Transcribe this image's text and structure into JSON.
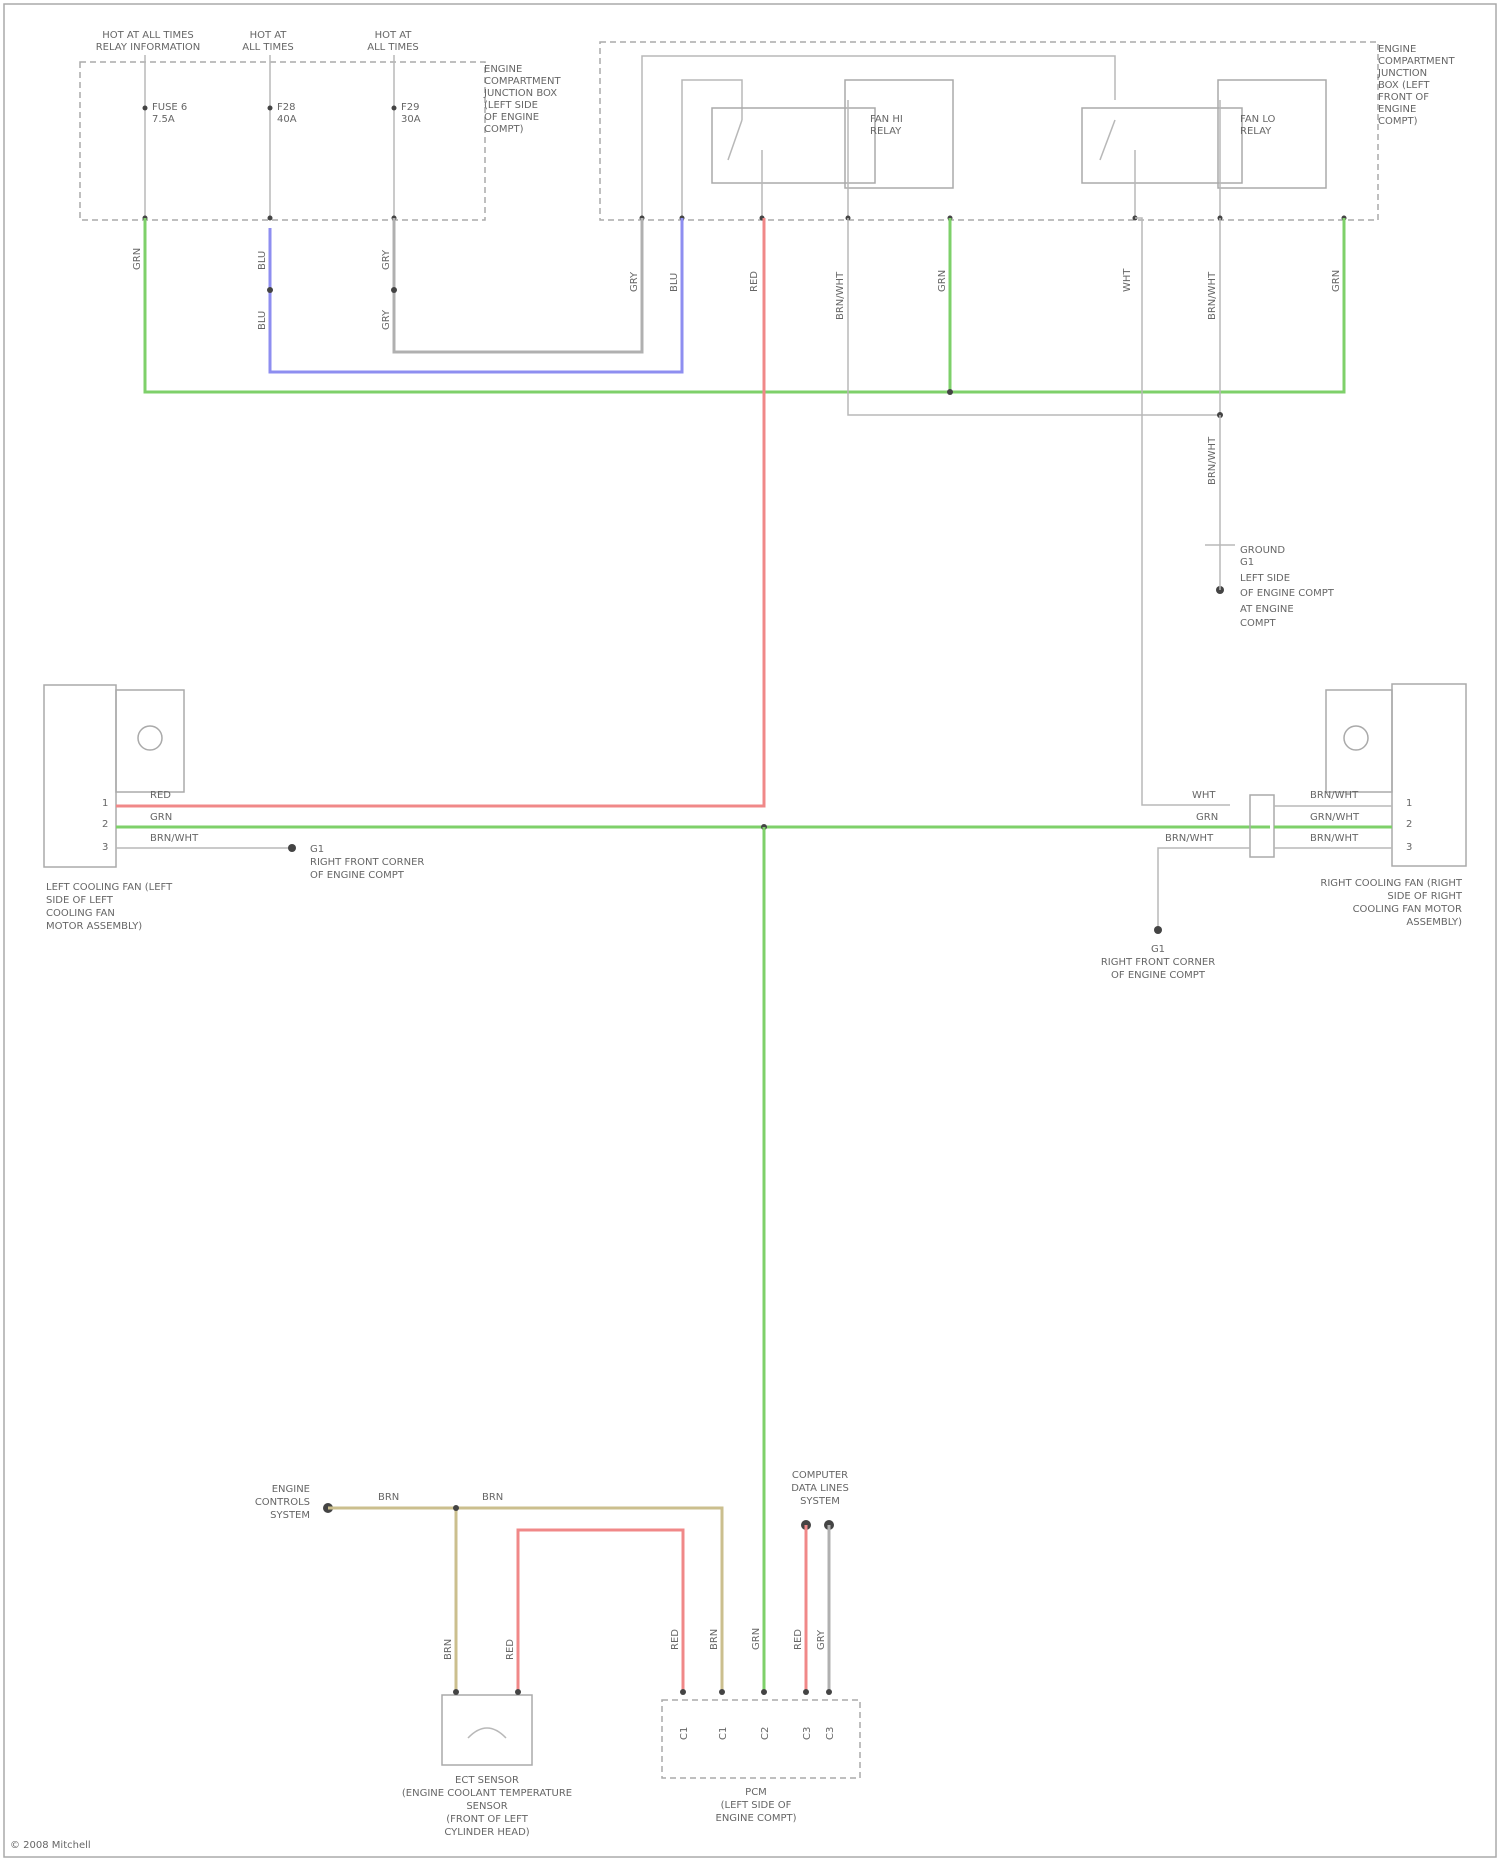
{
  "top_left": {
    "fuse_headers": [
      {
        "line1": "HOT AT ALL TIMES",
        "line2": "RELAY INFORMATION"
      },
      {
        "line1": "HOT AT",
        "line2": "ALL TIMES"
      },
      {
        "line1": "HOT AT",
        "line2": "ALL TIMES"
      }
    ],
    "fuses": [
      {
        "line1": "FUSE 6",
        "line2": "7.5A"
      },
      {
        "line1": "F28",
        "line2": "40A"
      },
      {
        "line1": "F29",
        "line2": "30A"
      }
    ],
    "box_label": [
      "ENGINE",
      "COMPARTMENT",
      "JUNCTION BOX",
      "(LEFT SIDE",
      "OF ENGINE",
      "COMPT)"
    ],
    "wire_colors": [
      "GRN",
      "BLU",
      "GRY",
      "BLU",
      "GRY"
    ]
  },
  "top_right": {
    "box_label": [
      "ENGINE",
      "COMPARTMENT",
      "JUNCTION",
      "BOX (LEFT",
      "FRONT OF",
      "ENGINE",
      "COMPT)"
    ],
    "relays": [
      {
        "line1": "FAN HI",
        "line2": "RELAY"
      },
      {
        "line1": "FAN LO",
        "line2": "RELAY"
      }
    ],
    "wire_colors": [
      "GRY",
      "BLU",
      "RED",
      "BRN/WHT",
      "GRN",
      "WHT",
      "BRN/WHT",
      "GRN"
    ]
  },
  "ground_top": {
    "wire": "BRN/WHT",
    "lines": [
      "GROUND",
      "G1",
      "LEFT SIDE",
      "OF ENGINE COMPT",
      "AT ENGINE",
      "COMPT"
    ]
  },
  "left_fan": {
    "pins": [
      "1",
      "2",
      "3"
    ],
    "wires": [
      "RED",
      "GRN",
      "BRN/WHT"
    ],
    "label": [
      "LEFT COOLING FAN (LEFT",
      "SIDE OF LEFT",
      "COOLING FAN",
      "MOTOR ASSEMBLY)"
    ],
    "ground": [
      "G1",
      "RIGHT FRONT CORNER",
      "OF ENGINE COMPT"
    ]
  },
  "right_fan": {
    "pins": [
      "1",
      "2",
      "3"
    ],
    "wires_left": [
      "WHT",
      "GRN",
      "BRN/WHT"
    ],
    "wires_right": [
      "BRN/WHT",
      "GRN/WHT",
      "BRN/WHT"
    ],
    "label": [
      "RIGHT COOLING FAN (RIGHT",
      "SIDE OF RIGHT",
      "COOLING FAN MOTOR",
      "ASSEMBLY)"
    ],
    "ground": [
      "G1",
      "RIGHT FRONT CORNER",
      "OF ENGINE COMPT"
    ]
  },
  "bottom": {
    "engine_controls": [
      "ENGINE",
      "CONTROLS",
      "SYSTEM"
    ],
    "computer_lines": [
      "COMPUTER",
      "DATA LINES",
      "SYSTEM"
    ],
    "wire_top": [
      "BRN",
      "BRN"
    ],
    "sensor_wires": [
      "BRN",
      "RED"
    ],
    "pcm_wires": [
      "RED",
      "BRN",
      "GRN",
      "RED",
      "GRY"
    ],
    "pcm_pins": [
      "C1",
      "C1",
      "C2",
      "C3",
      "C3"
    ],
    "sensor_label": [
      "ECT SENSOR",
      "(ENGINE COOLANT TEMPERATURE",
      "SENSOR",
      "(FRONT OF LEFT",
      "CYLINDER HEAD)"
    ],
    "pcm_label": [
      "PCM",
      "(LEFT SIDE OF",
      "ENGINE COMPT)"
    ]
  },
  "footer": {
    "text": "© 2008 Mitchell"
  },
  "colors": {
    "green": "#7ed06a",
    "blue": "#8e8ef0",
    "red": "#f08888",
    "gray": "#b0b0b0",
    "tan": "#cbbf8e"
  }
}
